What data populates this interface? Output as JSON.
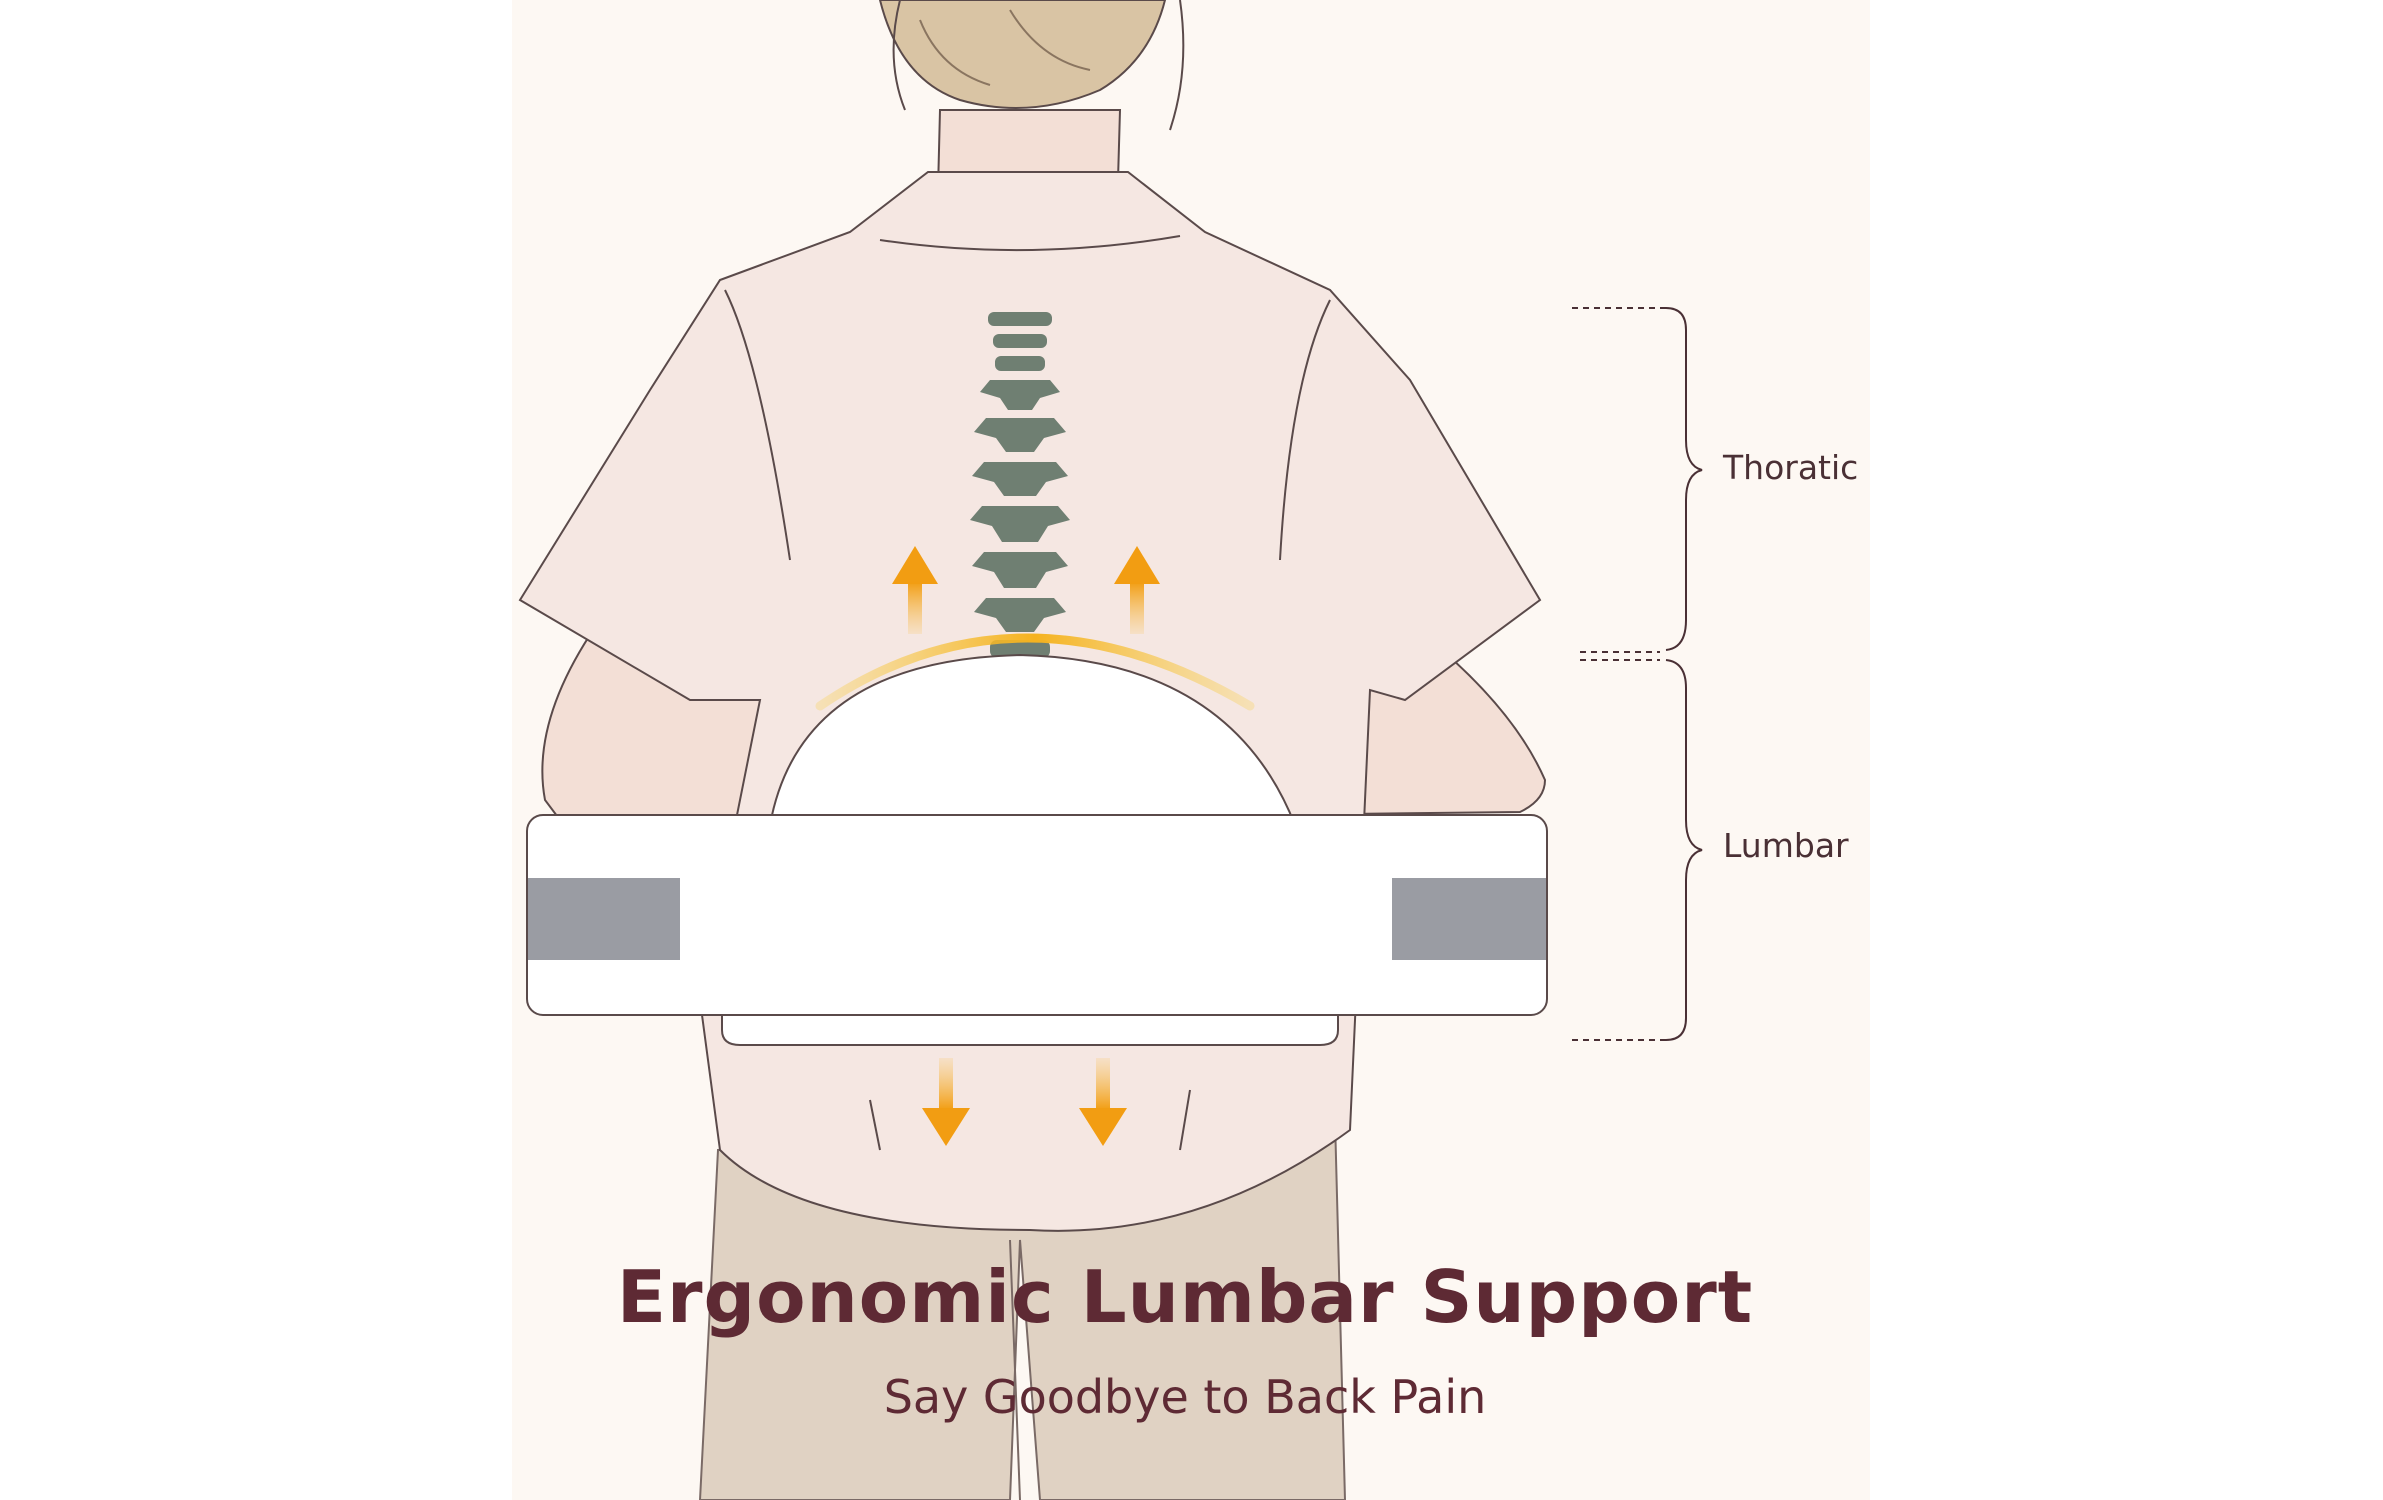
{
  "labels": {
    "thoratic": "Thoratic",
    "lumbar": "Lumbar"
  },
  "headline": "Ergonomic Lumbar Support",
  "subline": "Say Goodbye to Back Pain",
  "colors": {
    "background_panel": "#fdf8f3",
    "shirt": "#f5e7e2",
    "skin": "#f3dfd6",
    "pants": "#e0d2c3",
    "hair": "#d9c4a4",
    "spine": "#6f7f72",
    "cushion": "#ffffff",
    "strap": "#9a9ca3",
    "arrow": "#f5a623",
    "title_text": "#5e2a34"
  }
}
